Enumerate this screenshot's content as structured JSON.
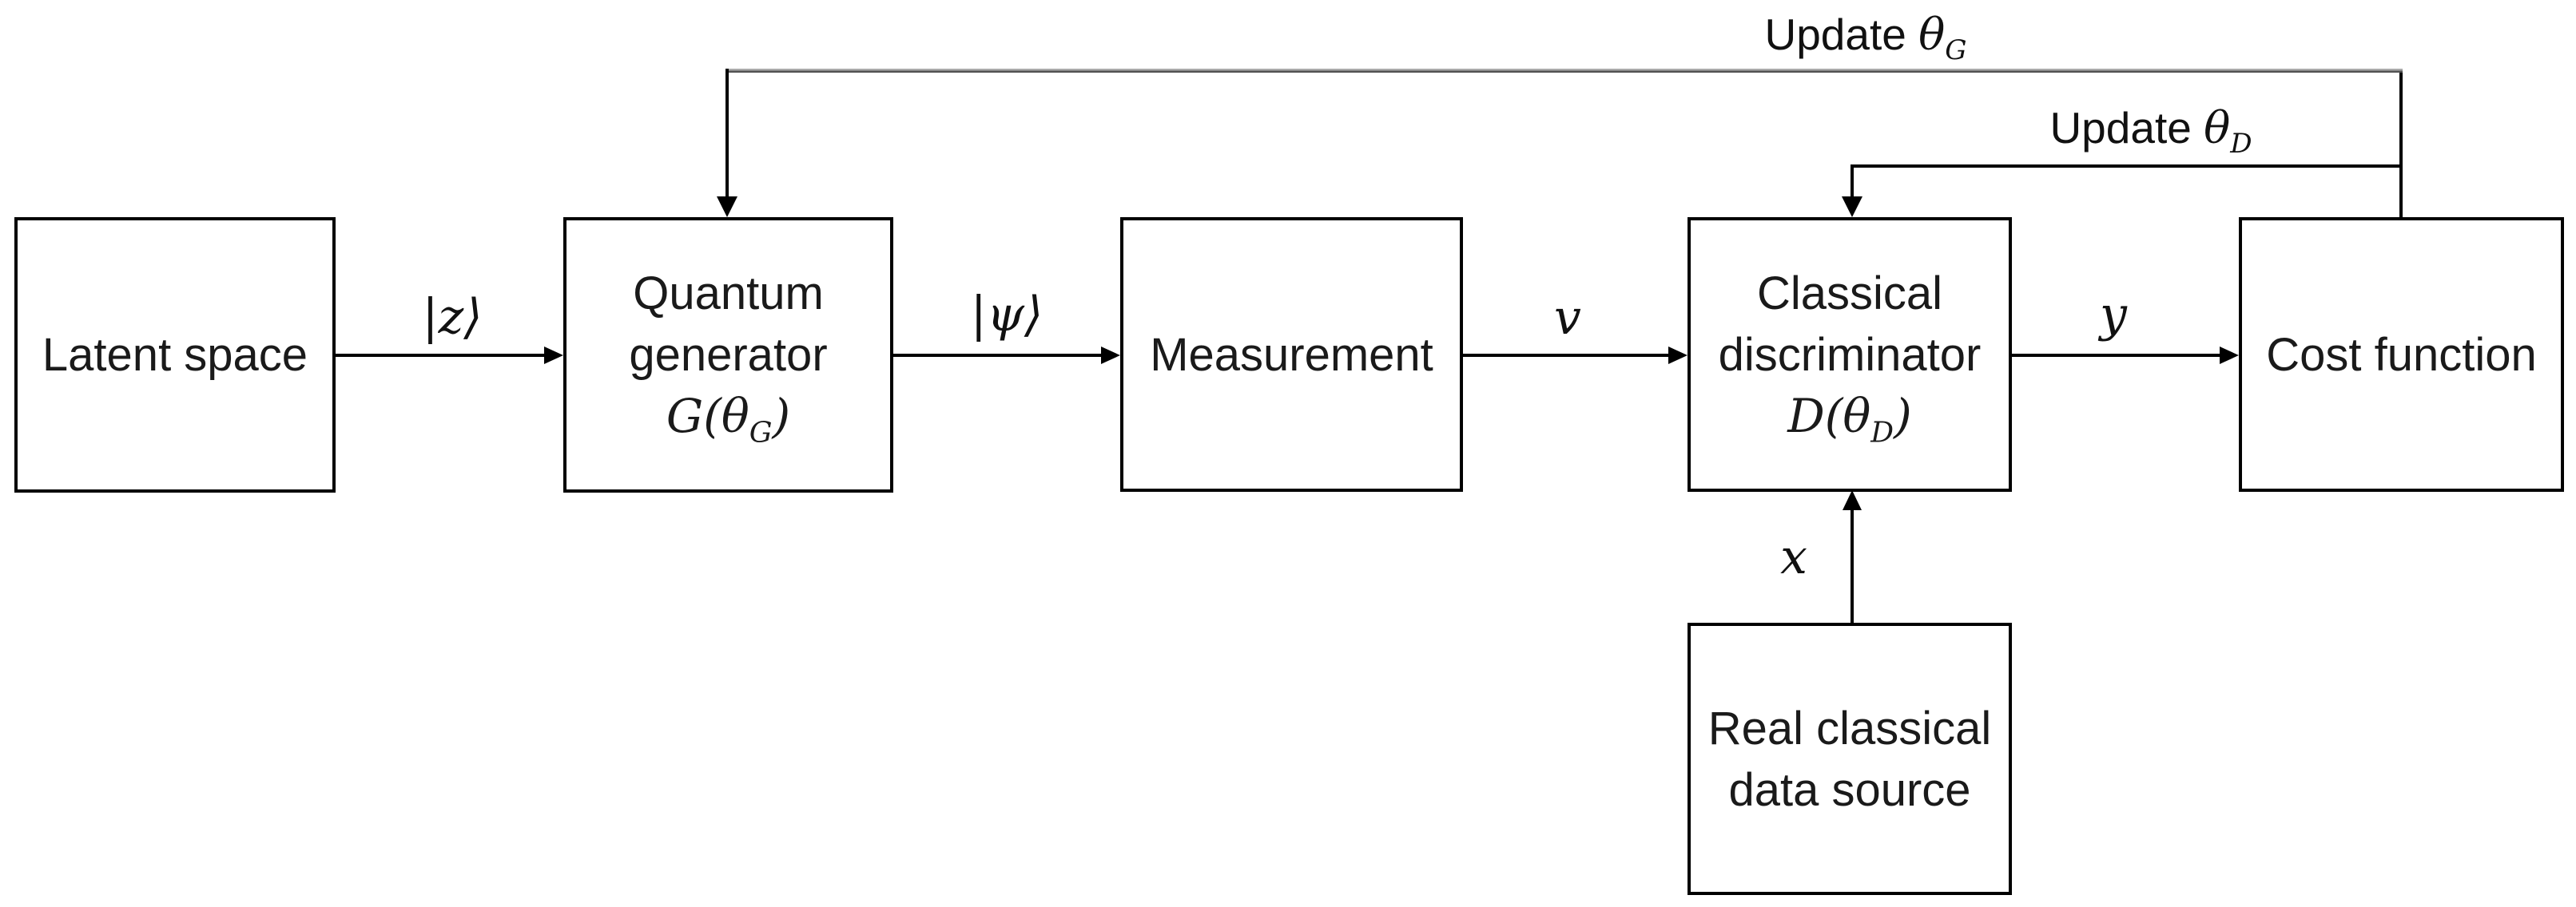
{
  "boxes": {
    "latent": {
      "label": "Latent space"
    },
    "generator": {
      "line1": "Quantum",
      "line2": "generator",
      "math": {
        "pre": "G(θ",
        "sub": "G",
        "post": ")"
      }
    },
    "measurement": {
      "label": "Measurement"
    },
    "discriminator": {
      "line1": "Classical",
      "line2": "discriminator",
      "math": {
        "pre": "D(θ",
        "sub": "D",
        "post": ")"
      }
    },
    "cost": {
      "label": "Cost function"
    },
    "datasource": {
      "line1": "Real classical",
      "line2": "data source"
    }
  },
  "edge_labels": {
    "z": "|z⟩",
    "psi": "|ψ⟩",
    "v": "v",
    "y": "y",
    "x": "x"
  },
  "feedback": {
    "update_g": {
      "word": "Update ",
      "theta": "θ",
      "sub": "G"
    },
    "update_d": {
      "word": "Update ",
      "theta": "θ",
      "sub": "D"
    }
  },
  "colors": {
    "line": "#000000",
    "gray_line_top": "#ababab",
    "gray_line_bottom": "#525252",
    "text": "#1a1a1a",
    "background": "#ffffff"
  }
}
